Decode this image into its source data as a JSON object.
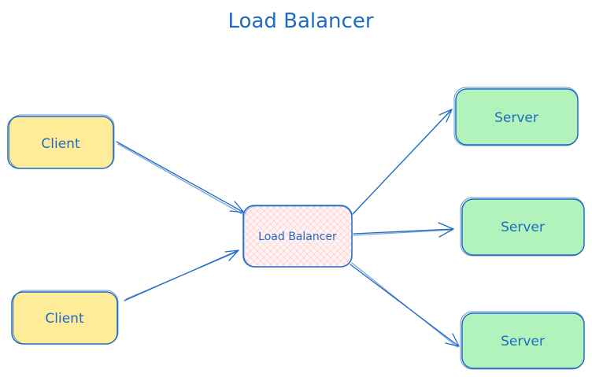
{
  "title": "Load Balancer",
  "colors": {
    "stroke": "#1e6bc4",
    "client_fill": "#ffec99",
    "server_fill": "#b2f2bb",
    "lb_fill": "#ffc9c9"
  },
  "nodes": {
    "client_1": {
      "label": "Client"
    },
    "client_2": {
      "label": "Client"
    },
    "load_balancer": {
      "label": "Load Balancer"
    },
    "server_1": {
      "label": "Server"
    },
    "server_2": {
      "label": "Server"
    },
    "server_3": {
      "label": "Server"
    }
  },
  "edges": [
    {
      "from": "client_1",
      "to": "load_balancer"
    },
    {
      "from": "client_2",
      "to": "load_balancer"
    },
    {
      "from": "load_balancer",
      "to": "server_1"
    },
    {
      "from": "load_balancer",
      "to": "server_2"
    },
    {
      "from": "load_balancer",
      "to": "server_3"
    }
  ]
}
